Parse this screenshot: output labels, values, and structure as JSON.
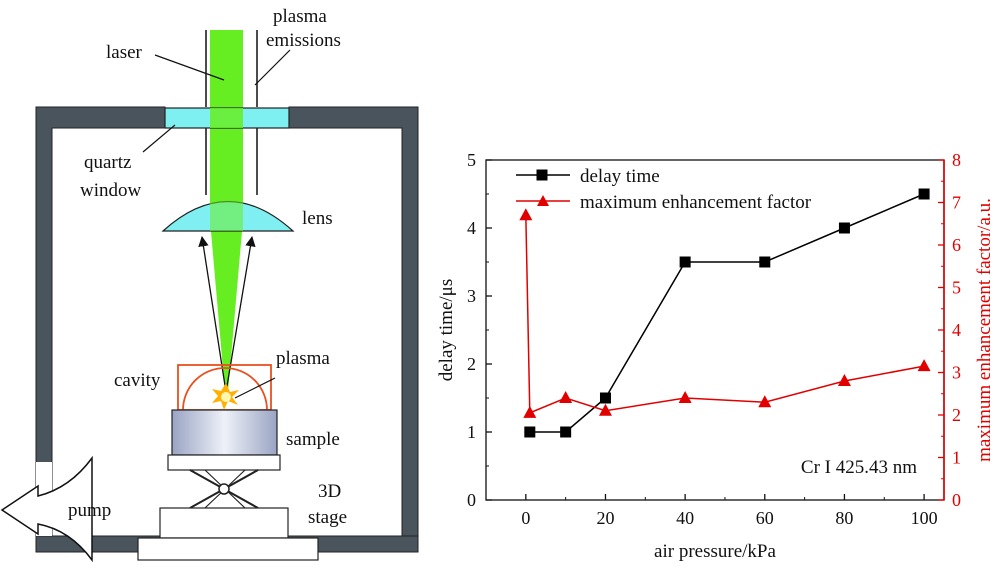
{
  "diagram": {
    "labels": {
      "laser": "laser",
      "plasma_emissions_1": "plasma",
      "plasma_emissions_2": "emissions",
      "quartz_window_1": "quartz",
      "quartz_window_2": "window",
      "lens": "lens",
      "cavity": "cavity",
      "plasma": "plasma",
      "sample": "sample",
      "stage_1": "3D",
      "stage_2": "stage",
      "pump": "pump"
    },
    "colors": {
      "chamber_wall": "#4a545c",
      "laser_beam": "#66ee22",
      "quartz": "#7ff0f2",
      "lens": "#80eff2",
      "cavity": "#e85020",
      "sample_light": "#eef1f8",
      "sample_dark": "#9aa4c4"
    }
  },
  "chart_data": {
    "type": "line",
    "x": [
      0,
      1,
      10,
      20,
      40,
      60,
      80,
      100
    ],
    "series": [
      {
        "name": "delay time",
        "axis": "left",
        "marker": "square",
        "color": "#000000",
        "x": [
          1,
          10,
          20,
          40,
          60,
          80,
          100
        ],
        "values": [
          1.0,
          1.0,
          1.5,
          3.5,
          3.5,
          4.0,
          4.5
        ]
      },
      {
        "name": "maximum enhancement factor",
        "axis": "right",
        "marker": "triangle",
        "color": "#e00000",
        "x": [
          0,
          1,
          10,
          20,
          40,
          60,
          80,
          100
        ],
        "values": [
          6.7,
          2.05,
          2.4,
          2.1,
          2.4,
          2.3,
          2.8,
          3.15
        ]
      }
    ],
    "xlabel": "air pressure/kPa",
    "ylabel": "delay time/μs",
    "y2label": "maximum enhancement factor/a.u.",
    "xlim": [
      -10,
      105
    ],
    "ylim": [
      0,
      5
    ],
    "y2lim": [
      0,
      8
    ],
    "xticks": [
      "0",
      "20",
      "40",
      "60",
      "80",
      "100"
    ],
    "yticks": [
      "0",
      "1",
      "2",
      "3",
      "4",
      "5"
    ],
    "y2ticks": [
      "0",
      "1",
      "2",
      "3",
      "4",
      "5",
      "6",
      "7",
      "8"
    ],
    "annotation": "Cr I 425.43 nm",
    "legend": "top-left",
    "grid": false
  }
}
